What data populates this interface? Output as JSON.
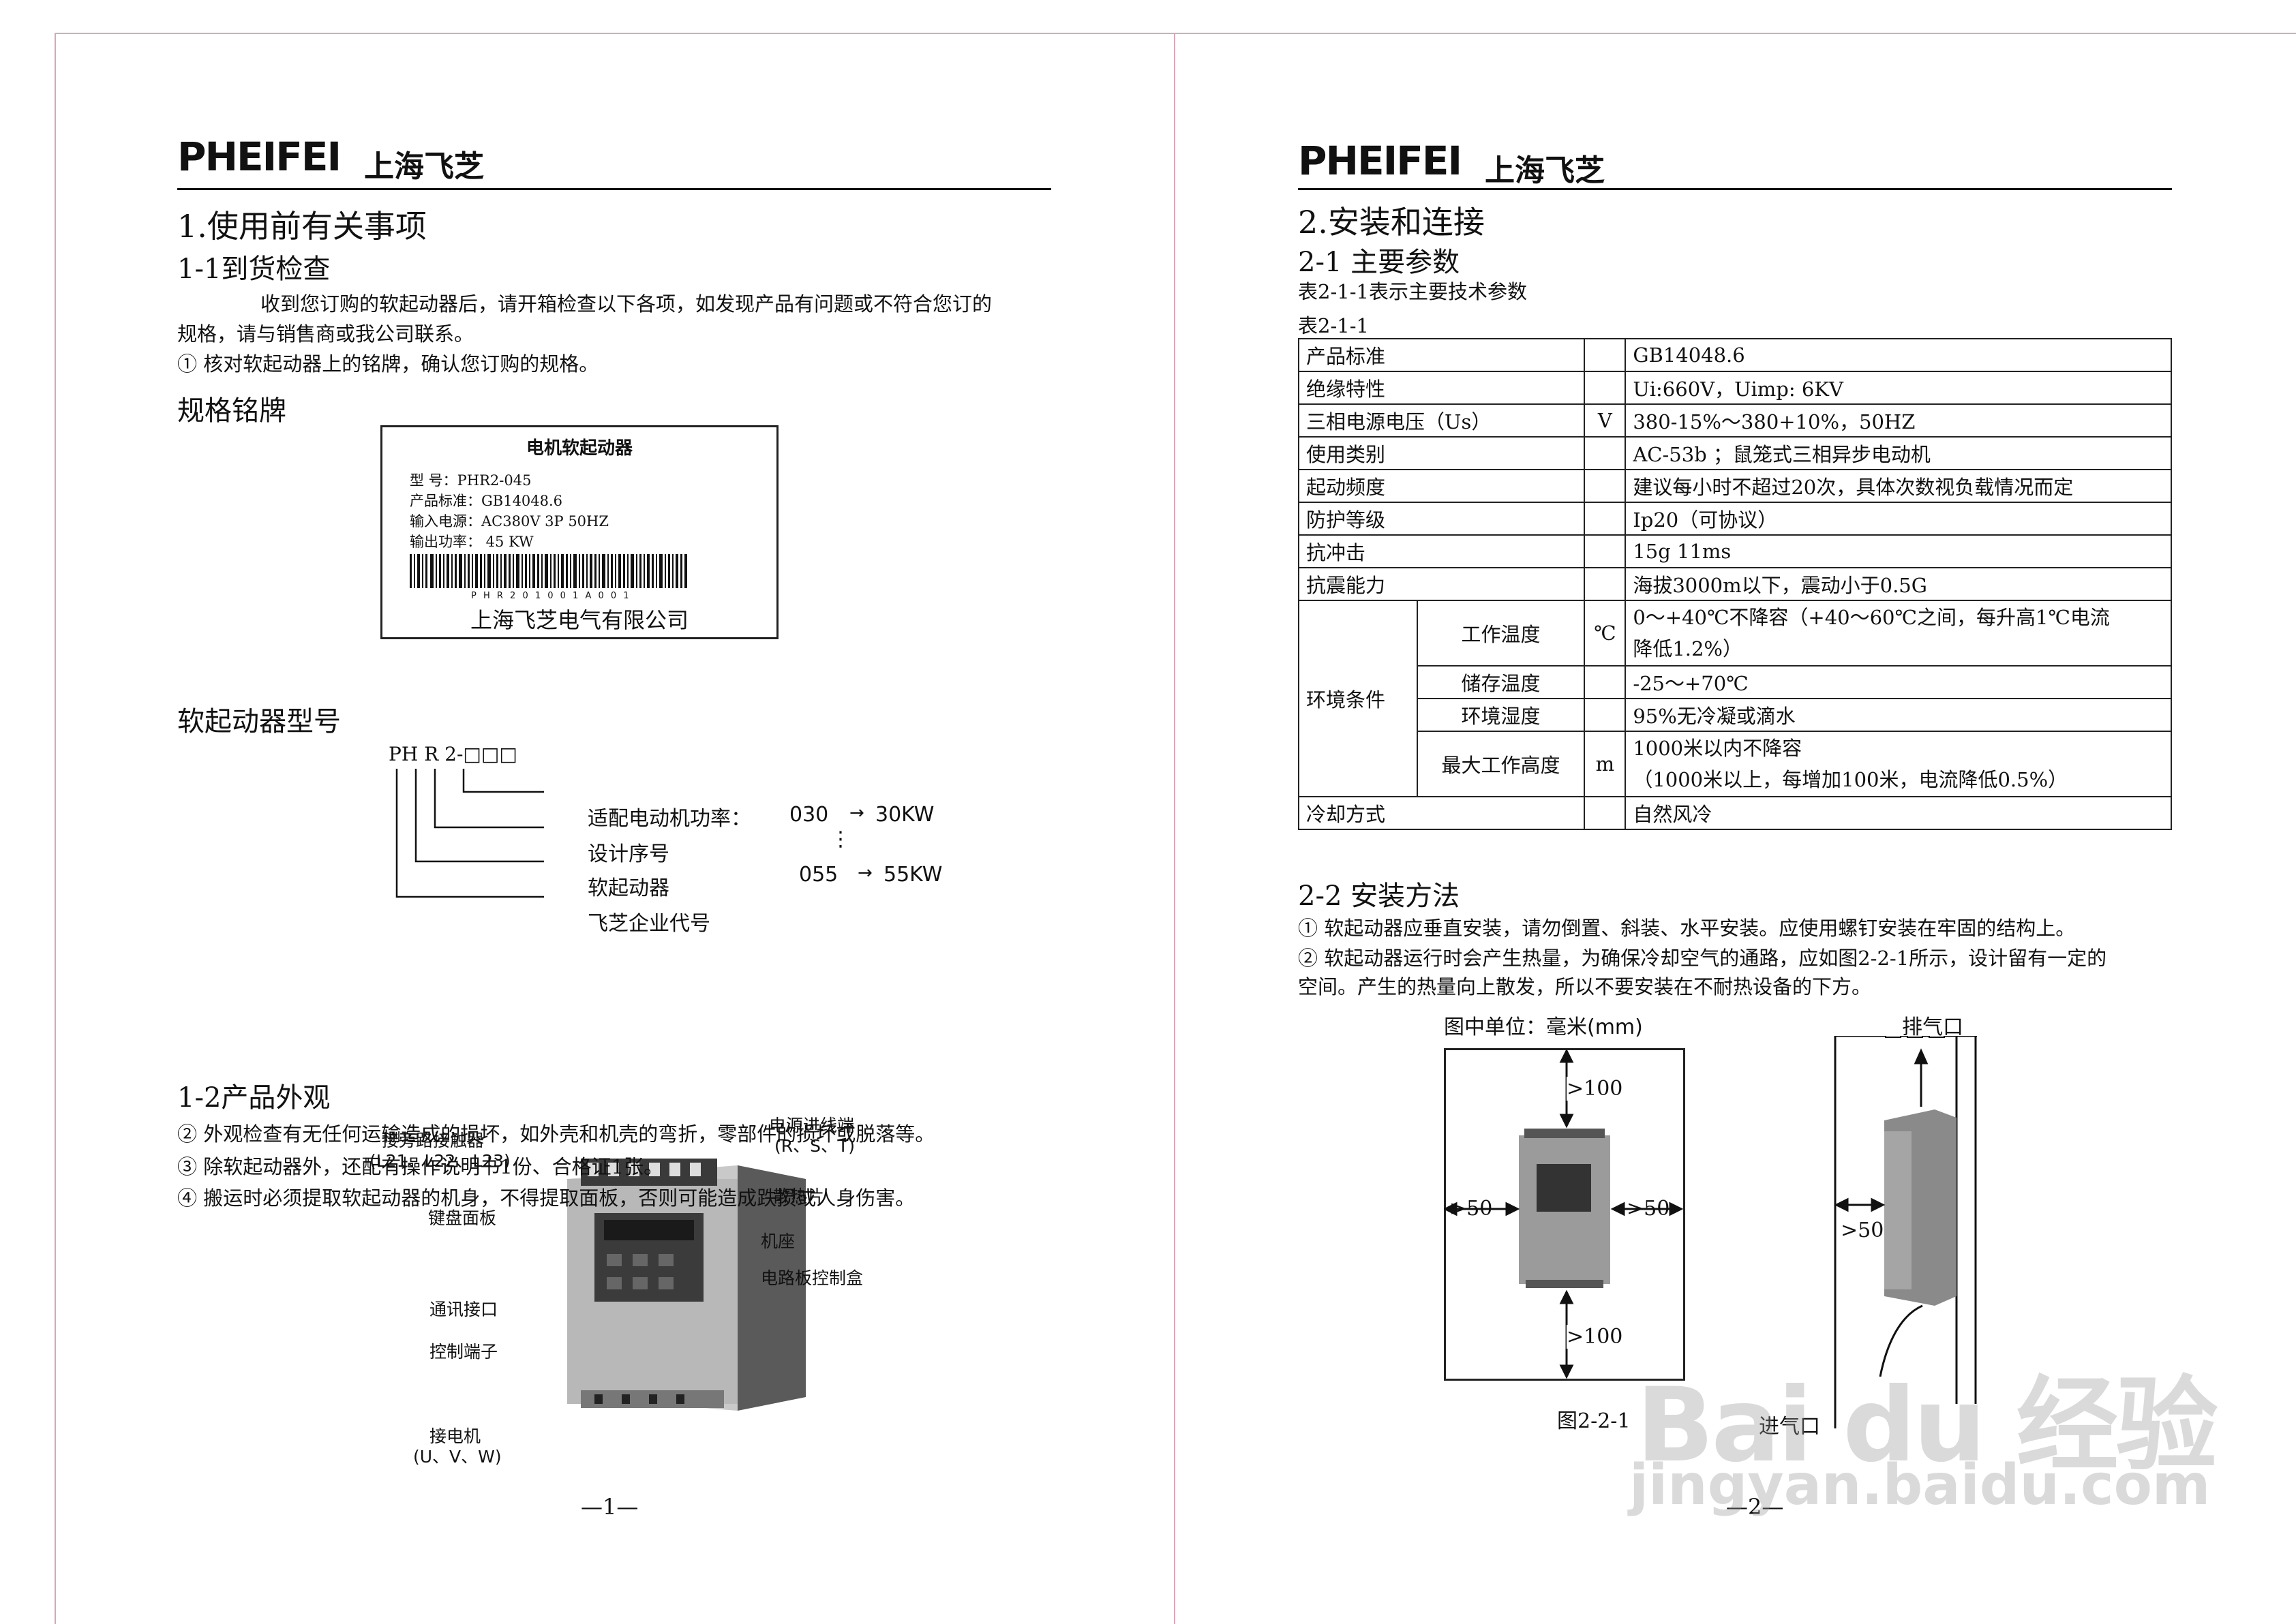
{
  "page1": {
    "logo_text": "PHEIFEI",
    "logo_cn": "上海飞芝",
    "section_title": "1.使用前有关事项",
    "sub1_title": "1-1到货检查",
    "sub1_para1": "收到您订购的软起动器后，请开箱检查以下各项，如发现产品有问题或不符合您订的",
    "sub1_para2": "规格，请与销售商或我公司联系。",
    "sub1_item1": "① 核对软起动器上的铭牌，确认您订购的规格。",
    "nameplate_heading": "规格铭牌",
    "nameplate": {
      "title": "电机软起动器",
      "line1": "型    号：PHR2-045",
      "line2": "产品标准：GB14048.6",
      "line3": "输入电源：AC380V  3P  50HZ",
      "line4": "输出功率：    45    KW",
      "serial": "P H R 2 0 1 0 0 1 A 0 0 1",
      "company": "上海飞芝电气有限公司"
    },
    "model_heading": "软起动器型号",
    "model": {
      "code": "PH R 2-□□□",
      "label_power": "适配电动机功率：",
      "range1_from": "030",
      "range1_to": "30KW",
      "range2_from": "055",
      "range2_to": "55KW",
      "arrow": "→",
      "dots": "⋮",
      "label_design": "设计序号",
      "label_soft": "软起动器",
      "label_company": "飞芝企业代号"
    },
    "sub2_title": "1-2产品外观",
    "sub2_item2": "② 外观检查有无任何运输造成的损坏，如外壳和机壳的弯折，零部件的损坏或脱落等。",
    "sub2_item3": "③ 除软起动器外，还配有操作说明书1份、合格证1张。",
    "sub2_item4": "④ 搬运时必须提取软起动器的机身，不得提取面板，否则可能造成跌损或人身伤害。",
    "callouts": {
      "bypass": "接旁路接触器",
      "bypass_pins": "(L21、L22、L23)",
      "power_in": "电源进线端",
      "power_pins": "(R、S、T)",
      "heatsink": "散热片",
      "keypad": "键盘面板",
      "base": "机座",
      "circuit_box": "电路板控制盒",
      "comm": "通讯接口",
      "ctrl_terminal": "控制端子",
      "motor": "接电机",
      "motor_pins": "(U、V、W)"
    },
    "footer": "—1—"
  },
  "page2": {
    "logo_text": "PHEIFEI",
    "logo_cn": "上海飞芝",
    "section_title": "2.安装和连接",
    "sub1_title": "2-1 主要参数",
    "table_intro": "表2-1-1表示主要技术参数",
    "table_caption": "表2-1-1",
    "table": {
      "product_standard": "产品标准",
      "product_standard_v": "GB14048.6",
      "insulation": "绝缘特性",
      "insulation_v": "Ui:660V，Uimp: 6KV",
      "supply": "三相电源电压（Us）",
      "supply_unit": "V",
      "supply_v": "380-15%～380+10%，50HZ",
      "usage": "使用类别",
      "usage_v": "AC-53b ；鼠笼式三相异步电动机",
      "freq": "起动频度",
      "freq_v": "建议每小时不超过20次，具体次数视负载情况而定",
      "protection": "防护等级",
      "protection_v": "Ip20（可协议）",
      "shock": "抗冲击",
      "shock_v": "15g 11ms",
      "vibration": "抗震能力",
      "vibration_v": "海拔3000m以下，震动小于0.5G",
      "env": "环境条件",
      "work_temp": "工作温度",
      "work_temp_unit": "℃",
      "work_temp_v1": "0～+40℃不降容（+40～60℃之间，每升高1℃电流",
      "work_temp_v2": "降低1.2%）",
      "store_temp": "储存温度",
      "store_temp_v": "-25～+70℃",
      "humidity": "环境湿度",
      "humidity_v": "95%无冷凝或滴水",
      "altitude": "最大工作高度",
      "altitude_unit": "m",
      "altitude_v1": "1000米以内不降容",
      "altitude_v2": "（1000米以上，每增加100米，电流降低0.5%）",
      "cooling": "冷却方式",
      "cooling_v": "自然风冷"
    },
    "sub2_title": "2-2 安装方法",
    "sub2_item1": "① 软起动器应垂直安装，请勿倒置、斜装、水平安装。应使用螺钉安装在牢固的结构上。",
    "sub2_item2a": "② 软起动器运行时会产生热量，为确保冷却空气的通路，应如图2-2-1所示，设计留有一定的",
    "sub2_item2b": "空间。产生的热量向上散发，所以不要安装在不耐热设备的下方。",
    "fig_unit": "图中单位：毫米(mm)",
    "dim_top": ">100",
    "dim_bottom": ">100",
    "dim_left": ">50",
    "dim_right": ">50",
    "dim_side": ">50",
    "exhaust": "排气口",
    "intake": "进气口",
    "fig_caption": "图2-2-1",
    "footer": "—2—"
  },
  "watermark": {
    "brand": "Bai du 经验",
    "url": "jingyan.baidu.com"
  }
}
